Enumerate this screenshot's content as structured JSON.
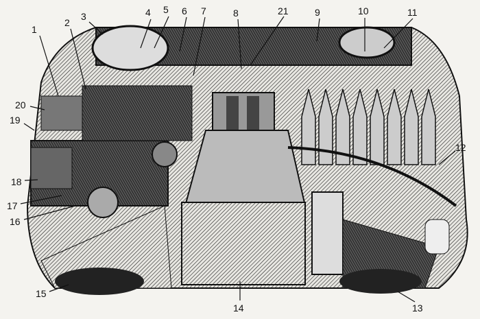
{
  "diagram": {
    "subject": "interior-illustration",
    "callouts": [
      "1",
      "2",
      "3",
      "4",
      "5",
      "6",
      "7",
      "8",
      "21",
      "9",
      "10",
      "11",
      "12",
      "13",
      "14",
      "15",
      "16",
      "17",
      "18",
      "19",
      "20"
    ]
  },
  "colors": {
    "ink": "#111111",
    "paper": "#f4f3ef",
    "shade": "#6b6b6b"
  }
}
